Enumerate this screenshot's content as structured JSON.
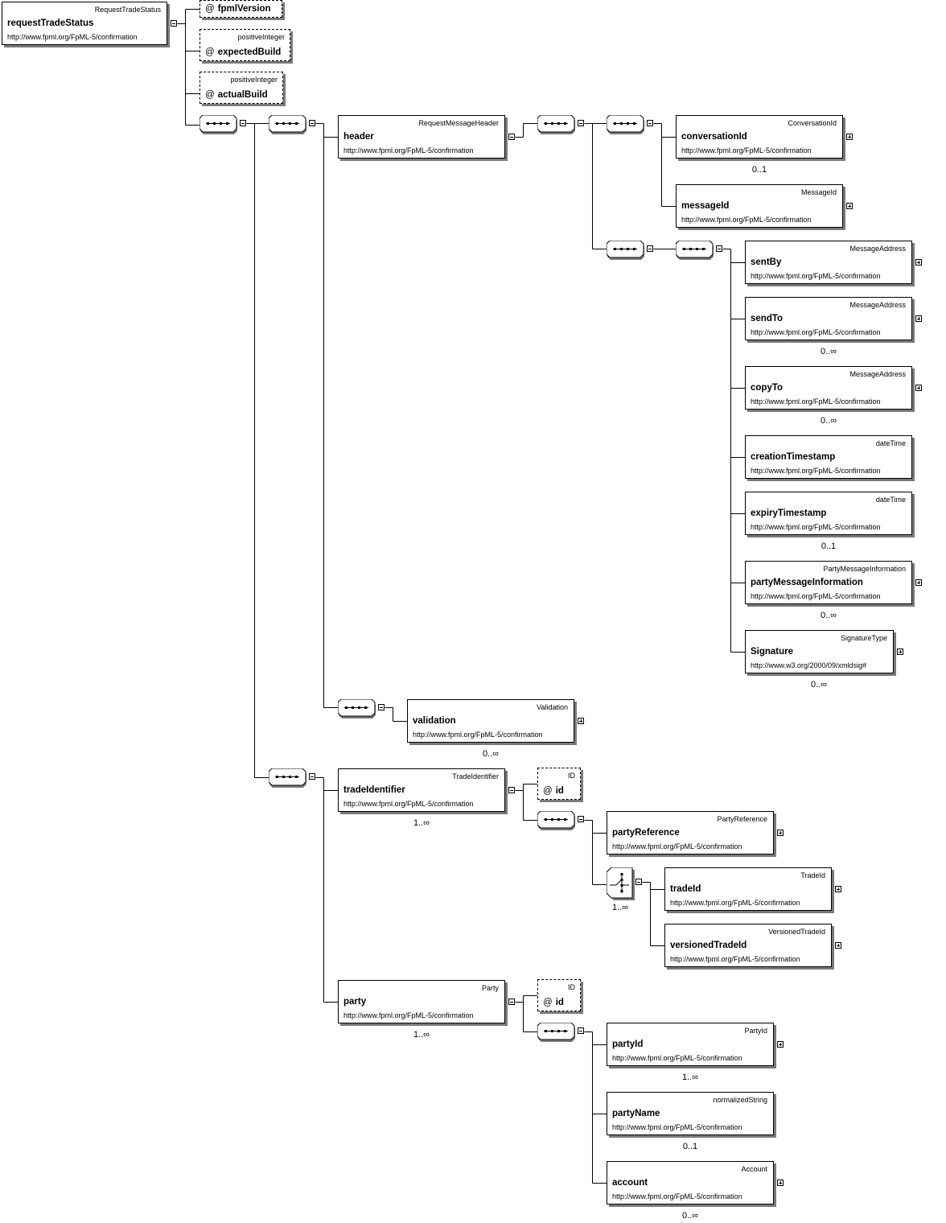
{
  "diagram": {
    "root": {
      "type": "RequestTradeStatus",
      "name": "requestTradeStatus",
      "namespace": "http://www.fpml.org/FpML-5/confirmation"
    },
    "attributes": [
      {
        "at": "@",
        "name": "fpmlVersion",
        "type": ""
      },
      {
        "at": "@",
        "name": "expectedBuild",
        "type": "positiveInteger"
      },
      {
        "at": "@",
        "name": "actualBuild",
        "type": "positiveInteger"
      },
      {
        "at": "@",
        "name": "id",
        "type": "ID"
      },
      {
        "at": "@",
        "name": "id",
        "type": "ID"
      }
    ],
    "elements": [
      {
        "type": "RequestMessageHeader",
        "name": "header",
        "namespace": "http://www.fpml.org/FpML-5/confirmation",
        "cardinality": ""
      },
      {
        "type": "ConversationId",
        "name": "conversationId",
        "namespace": "http://www.fpml.org/FpML-5/confirmation",
        "cardinality": "0..1"
      },
      {
        "type": "MessageId",
        "name": "messageId",
        "namespace": "http://www.fpml.org/FpML-5/confirmation",
        "cardinality": ""
      },
      {
        "type": "MessageAddress",
        "name": "sentBy",
        "namespace": "http://www.fpml.org/FpML-5/confirmation",
        "cardinality": ""
      },
      {
        "type": "MessageAddress",
        "name": "sendTo",
        "namespace": "http://www.fpml.org/FpML-5/confirmation",
        "cardinality": "0..∞"
      },
      {
        "type": "MessageAddress",
        "name": "copyTo",
        "namespace": "http://www.fpml.org/FpML-5/confirmation",
        "cardinality": "0..∞"
      },
      {
        "type": "dateTime",
        "name": "creationTimestamp",
        "namespace": "http://www.fpml.org/FpML-5/confirmation",
        "cardinality": ""
      },
      {
        "type": "dateTime",
        "name": "expiryTimestamp",
        "namespace": "http://www.fpml.org/FpML-5/confirmation",
        "cardinality": "0..1"
      },
      {
        "type": "PartyMessageInformation",
        "name": "partyMessageInformation",
        "namespace": "http://www.fpml.org/FpML-5/confirmation",
        "cardinality": "0..∞"
      },
      {
        "type": "SignatureType",
        "name": "Signature",
        "namespace": "http://www.w3.org/2000/09/xmldsig#",
        "cardinality": "0..∞"
      },
      {
        "type": "Validation",
        "name": "validation",
        "namespace": "http://www.fpml.org/FpML-5/confirmation",
        "cardinality": "0..∞"
      },
      {
        "type": "TradeIdentifier",
        "name": "tradeIdentifier",
        "namespace": "http://www.fpml.org/FpML-5/confirmation",
        "cardinality": "1..∞"
      },
      {
        "type": "PartyReference",
        "name": "partyReference",
        "namespace": "http://www.fpml.org/FpML-5/confirmation",
        "cardinality": ""
      },
      {
        "type": "TradeId",
        "name": "tradeId",
        "namespace": "http://www.fpml.org/FpML-5/confirmation",
        "cardinality": ""
      },
      {
        "type": "VersionedTradeId",
        "name": "versionedTradeId",
        "namespace": "http://www.fpml.org/FpML-5/confirmation",
        "cardinality": ""
      },
      {
        "type": "Party",
        "name": "party",
        "namespace": "http://www.fpml.org/FpML-5/confirmation",
        "cardinality": "1..∞"
      },
      {
        "type": "PartyId",
        "name": "partyId",
        "namespace": "http://www.fpml.org/FpML-5/confirmation",
        "cardinality": "1..∞"
      },
      {
        "type": "normalizedString",
        "name": "partyName",
        "namespace": "http://www.fpml.org/FpML-5/confirmation",
        "cardinality": "0..1"
      },
      {
        "type": "Account",
        "name": "account",
        "namespace": "http://www.fpml.org/FpML-5/confirmation",
        "cardinality": "0..∞"
      }
    ],
    "choice_cardinality": "1..∞",
    "icons": {
      "sequence": "sequence-compositor-icon",
      "choice": "choice-compositor-icon",
      "collapse": "collapse-icon",
      "expand": "expand-icon"
    }
  }
}
